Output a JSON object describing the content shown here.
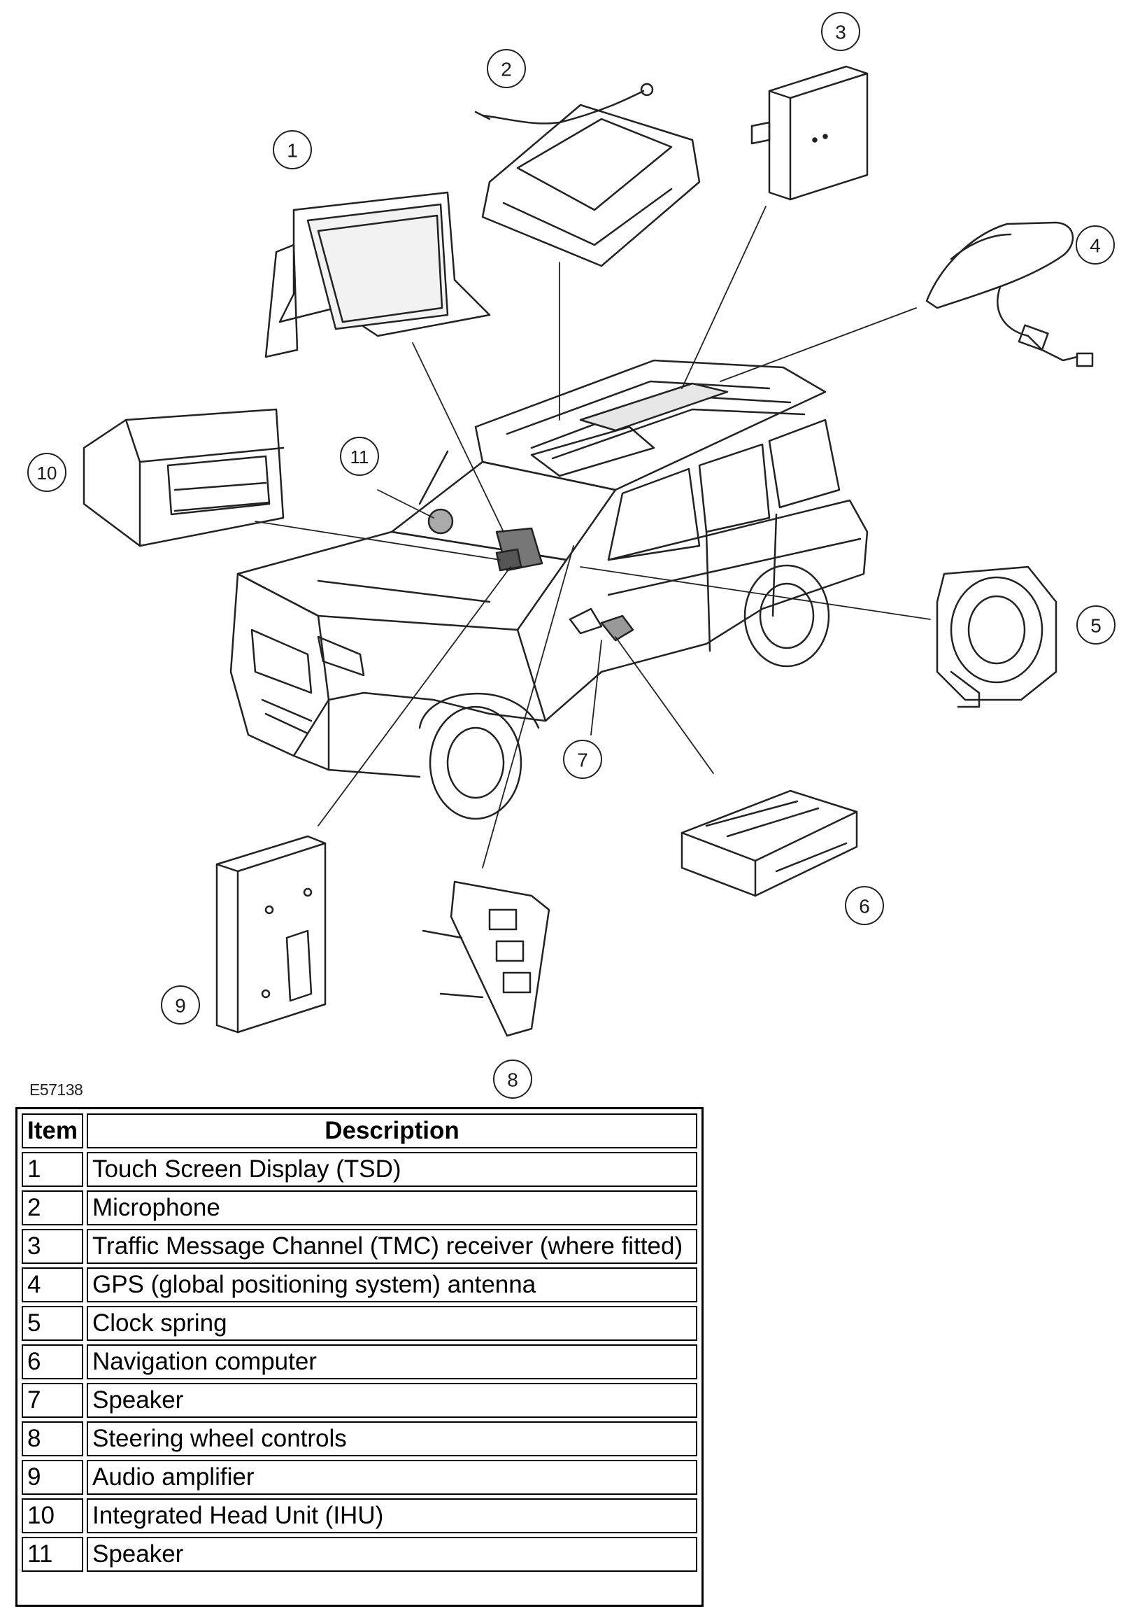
{
  "diagram": {
    "figure_code": "E57138",
    "callouts": [
      "1",
      "2",
      "3",
      "4",
      "5",
      "6",
      "7",
      "8",
      "9",
      "10",
      "11"
    ]
  },
  "legend": {
    "headers": {
      "item": "Item",
      "description": "Description"
    },
    "rows": [
      {
        "item": "1",
        "description": "Touch Screen Display (TSD)"
      },
      {
        "item": "2",
        "description": "Microphone"
      },
      {
        "item": "3",
        "description": "Traffic Message Channel (TMC) receiver (where fitted)"
      },
      {
        "item": "4",
        "description": "GPS (global positioning system) antenna"
      },
      {
        "item": "5",
        "description": "Clock spring"
      },
      {
        "item": "6",
        "description": "Navigation computer"
      },
      {
        "item": "7",
        "description": "Speaker"
      },
      {
        "item": "8",
        "description": "Steering wheel controls"
      },
      {
        "item": "9",
        "description": "Audio amplifier"
      },
      {
        "item": "10",
        "description": "Integrated Head Unit (IHU)"
      },
      {
        "item": "11",
        "description": "Speaker"
      }
    ]
  }
}
